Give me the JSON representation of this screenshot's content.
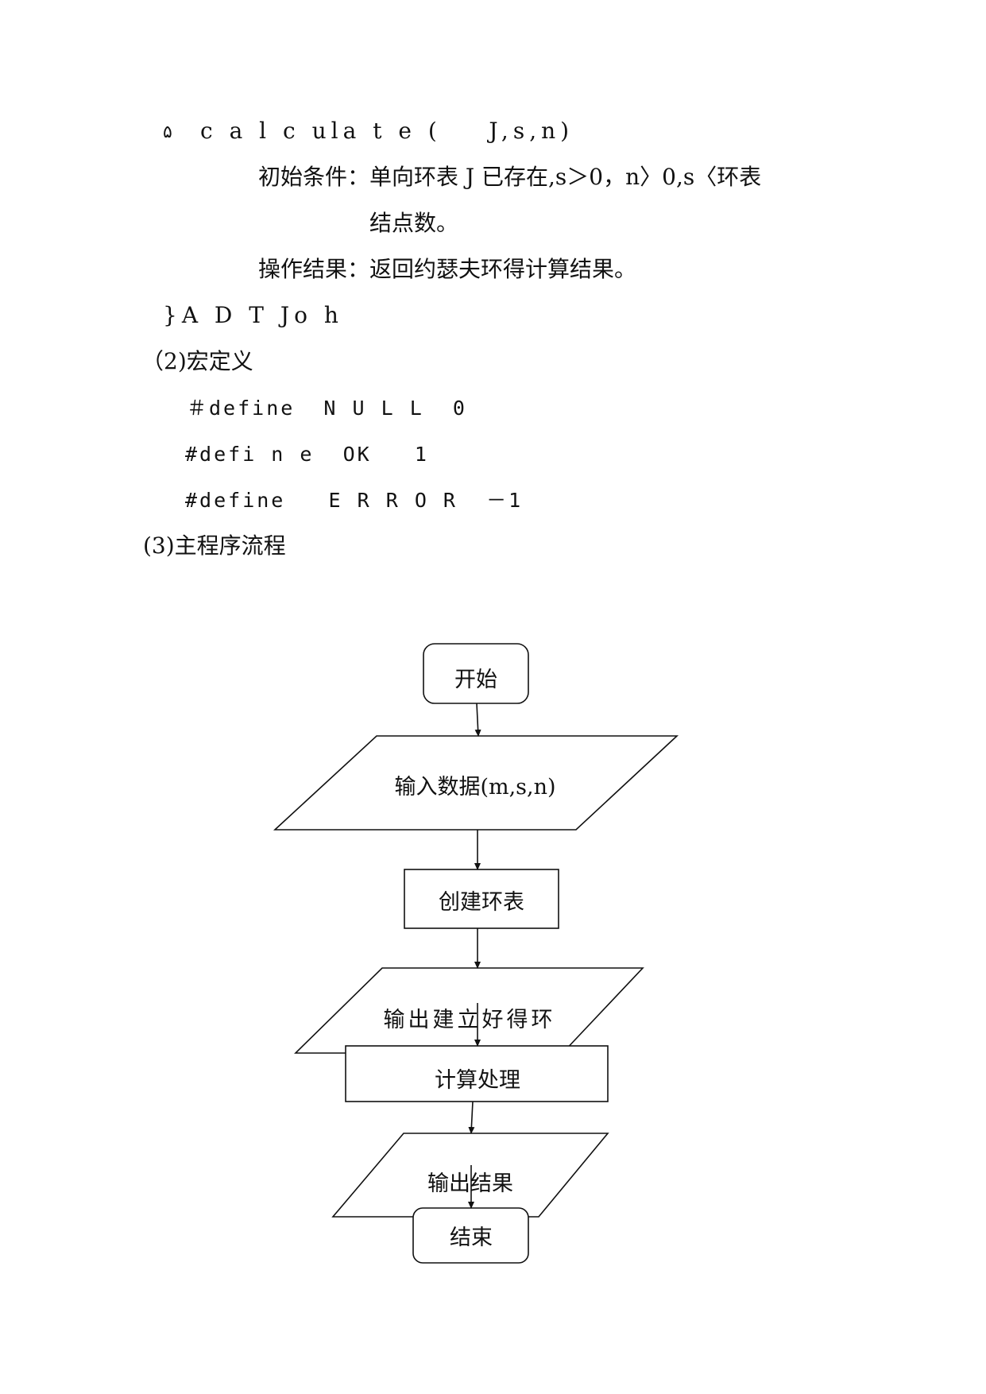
{
  "document": {
    "calc_bullet": "۵",
    "calc_signature": "c a l c ula t e (    J,s,n)",
    "precondition_label": "初始条件：",
    "precondition_text_1": "单向环表 J 已存在,s＞0，n〉0,s〈环表",
    "precondition_text_2": "结点数。",
    "result_label": "操作结果：",
    "result_text": "返回约瑟夫环得计算结果。",
    "adt_end": "}A D T Jo h",
    "section2_title": "（2)宏定义",
    "define_null": "＃define  N U L L  0",
    "define_ok": "#defi n e  OK   1",
    "define_error": "#define   E R R O R  －1",
    "section3_title": "(3)主程序流程"
  },
  "flowchart": {
    "start": "开始",
    "input": "输入数据(m,s,n)",
    "create": "创建环表",
    "output_ring": "输出建立好得环",
    "compute": "计算处理",
    "output_result": "输出结果",
    "end": "结束"
  }
}
